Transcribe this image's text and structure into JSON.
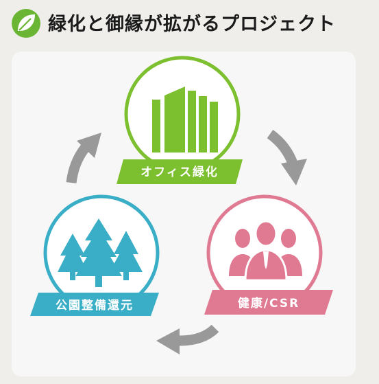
{
  "header": {
    "title": "緑化と御縁が拡がるプロジェクト",
    "icon": "leaf-icon"
  },
  "colors": {
    "green": "#7cbf2f",
    "pink": "#e07a92",
    "teal": "#3aaec6",
    "arrow": "#999999"
  },
  "cycle": {
    "office": {
      "label": "オフィス緑化",
      "icon": "office-building-icon"
    },
    "health": {
      "label": "健康/CSR",
      "icon": "people-icon"
    },
    "park": {
      "label": "公園整備還元",
      "icon": "trees-icon"
    }
  }
}
